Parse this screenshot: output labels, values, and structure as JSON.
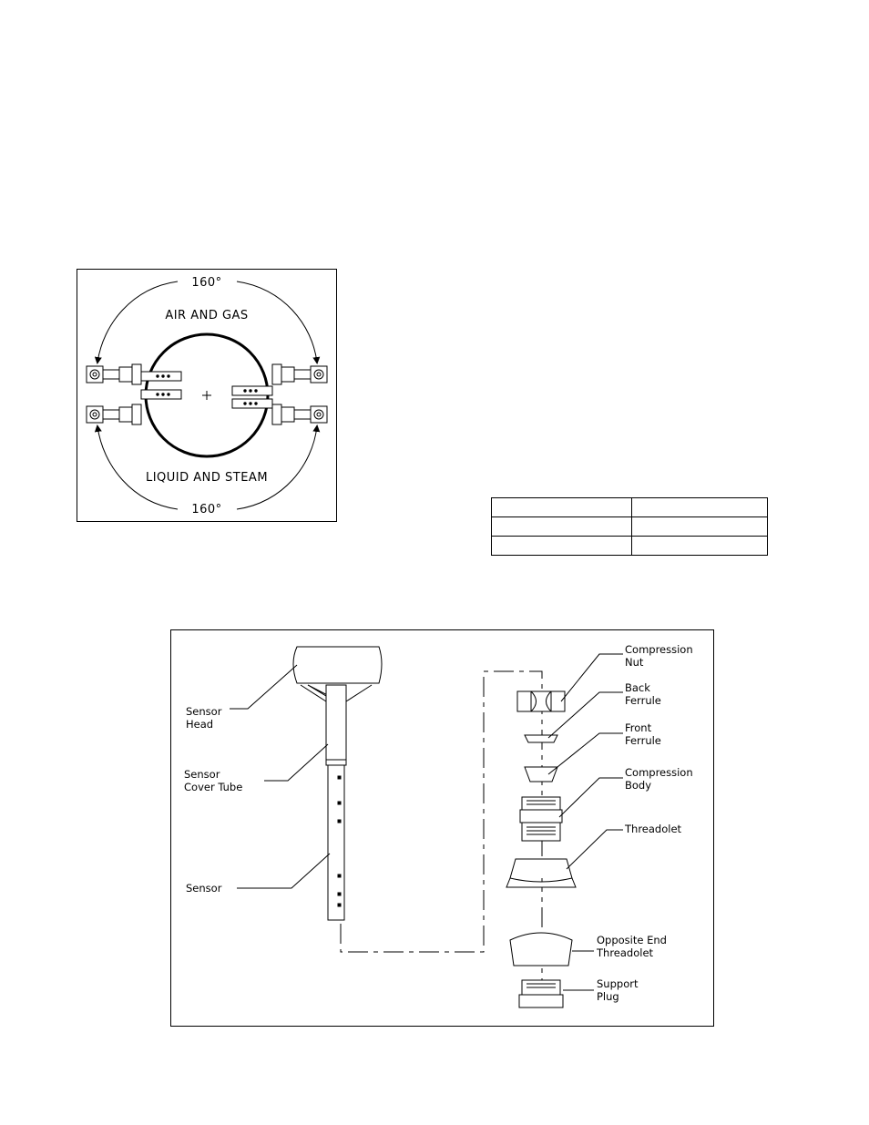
{
  "figure_orientation": {
    "top_angle": "160°",
    "top_label": "AIR AND GAS",
    "bottom_label": "LIQUID AND STEAM",
    "bottom_angle": "160°"
  },
  "figure_assembly": {
    "labels": {
      "sensor_head": [
        "Sensor",
        "Head"
      ],
      "sensor_cover_tube": [
        "Sensor",
        "Cover Tube"
      ],
      "sensor": [
        "Sensor"
      ],
      "compression_nut": [
        "Compression",
        "Nut"
      ],
      "back_ferrule": [
        "Back",
        "Ferrule"
      ],
      "front_ferrule": [
        "Front",
        "Ferrule"
      ],
      "compression_body": [
        "Compression",
        "Body"
      ],
      "threadolet": [
        "Threadolet"
      ],
      "opposite_end_threadolet": [
        "Opposite End",
        "Threadolet"
      ],
      "support_plug": [
        "Support",
        "Plug"
      ]
    }
  },
  "blank_table": {
    "rows": [
      [
        "",
        ""
      ],
      [
        "",
        ""
      ],
      [
        "",
        ""
      ]
    ]
  }
}
